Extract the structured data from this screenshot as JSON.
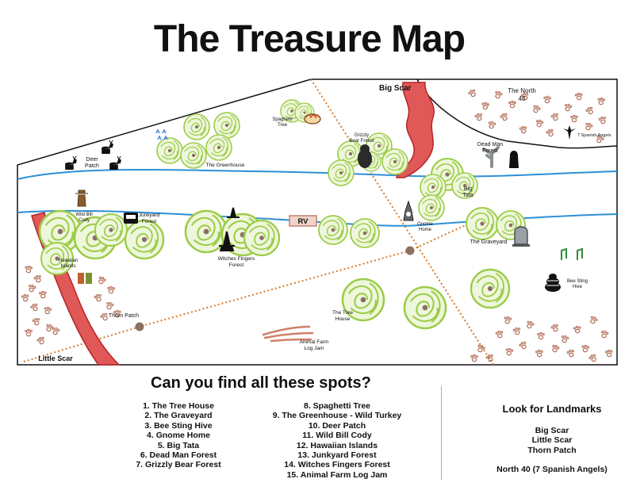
{
  "title": "The Treasure Map",
  "map_labels": {
    "big_scar": "Big Scar",
    "north_40": [
      "The North",
      "40"
    ],
    "spanish_angels": "7 Spanish Angels",
    "spaghetti_tree": [
      "Spaghetti",
      "Tree"
    ],
    "grizzly_bear_forest": [
      "Grizzly",
      "Bear Forest"
    ],
    "dead_man_forest": [
      "Dead Man",
      "Forest"
    ],
    "deer_patch": [
      "Deer",
      "Patch"
    ],
    "greenhouse": "The Greenhouse",
    "big_tata": [
      "Big",
      "Tata"
    ],
    "wild_bill_cody": [
      "Wild Bill",
      "Cody"
    ],
    "junkyard_forest": [
      "Junkyard",
      "Forest"
    ],
    "rv": "RV",
    "gnome_home": [
      "Gnome",
      "Home"
    ],
    "graveyard": "The Graveyard",
    "witches_fingers_forest": [
      "Witches Fingers",
      "Forest"
    ],
    "hawaiian_islands": [
      "Hawaiian",
      "Islands"
    ],
    "bee_sting_hive": [
      "Bee Sting",
      "Hive"
    ],
    "thorn_patch": "Thorn Patch",
    "tree_house": [
      "The Tree",
      "House"
    ],
    "animal_farm_log_jam": [
      "Animal Farm",
      "Log Jam"
    ],
    "little_scar": "Little Scar"
  },
  "question": "Can you find all these spots?",
  "spots_col1": [
    "1. The Tree House",
    "2. The Graveyard",
    "3. Bee Sting Hive",
    "4. Gnome Home",
    "5. Big Tata",
    "6. Dead Man Forest",
    "7. Grizzly Bear Forest"
  ],
  "spots_col2": [
    "8. Spaghetti Tree",
    "9. The Greenhouse - Wild Turkey",
    "10. Deer Patch",
    "11. Wild Bill Cody",
    "12. Hawaiian Islands",
    "13. Junkyard Forest",
    "14. Witches Fingers Forest",
    "15. Animal Farm Log Jam"
  ],
  "landmarks_title": "Look for Landmarks",
  "landmarks": [
    "Big Scar",
    "Little Scar",
    "Thorn Patch",
    "",
    "North 40 (7 Spanish Angels)"
  ],
  "colors": {
    "river": "#2d8fd8",
    "scar": "#e05858",
    "scar_stroke": "#b52525",
    "tree": "#9ccc48",
    "tree_dark": "#7aa830",
    "trail": "#d87a2a",
    "paw": "#b06a52",
    "outline": "#111111"
  }
}
